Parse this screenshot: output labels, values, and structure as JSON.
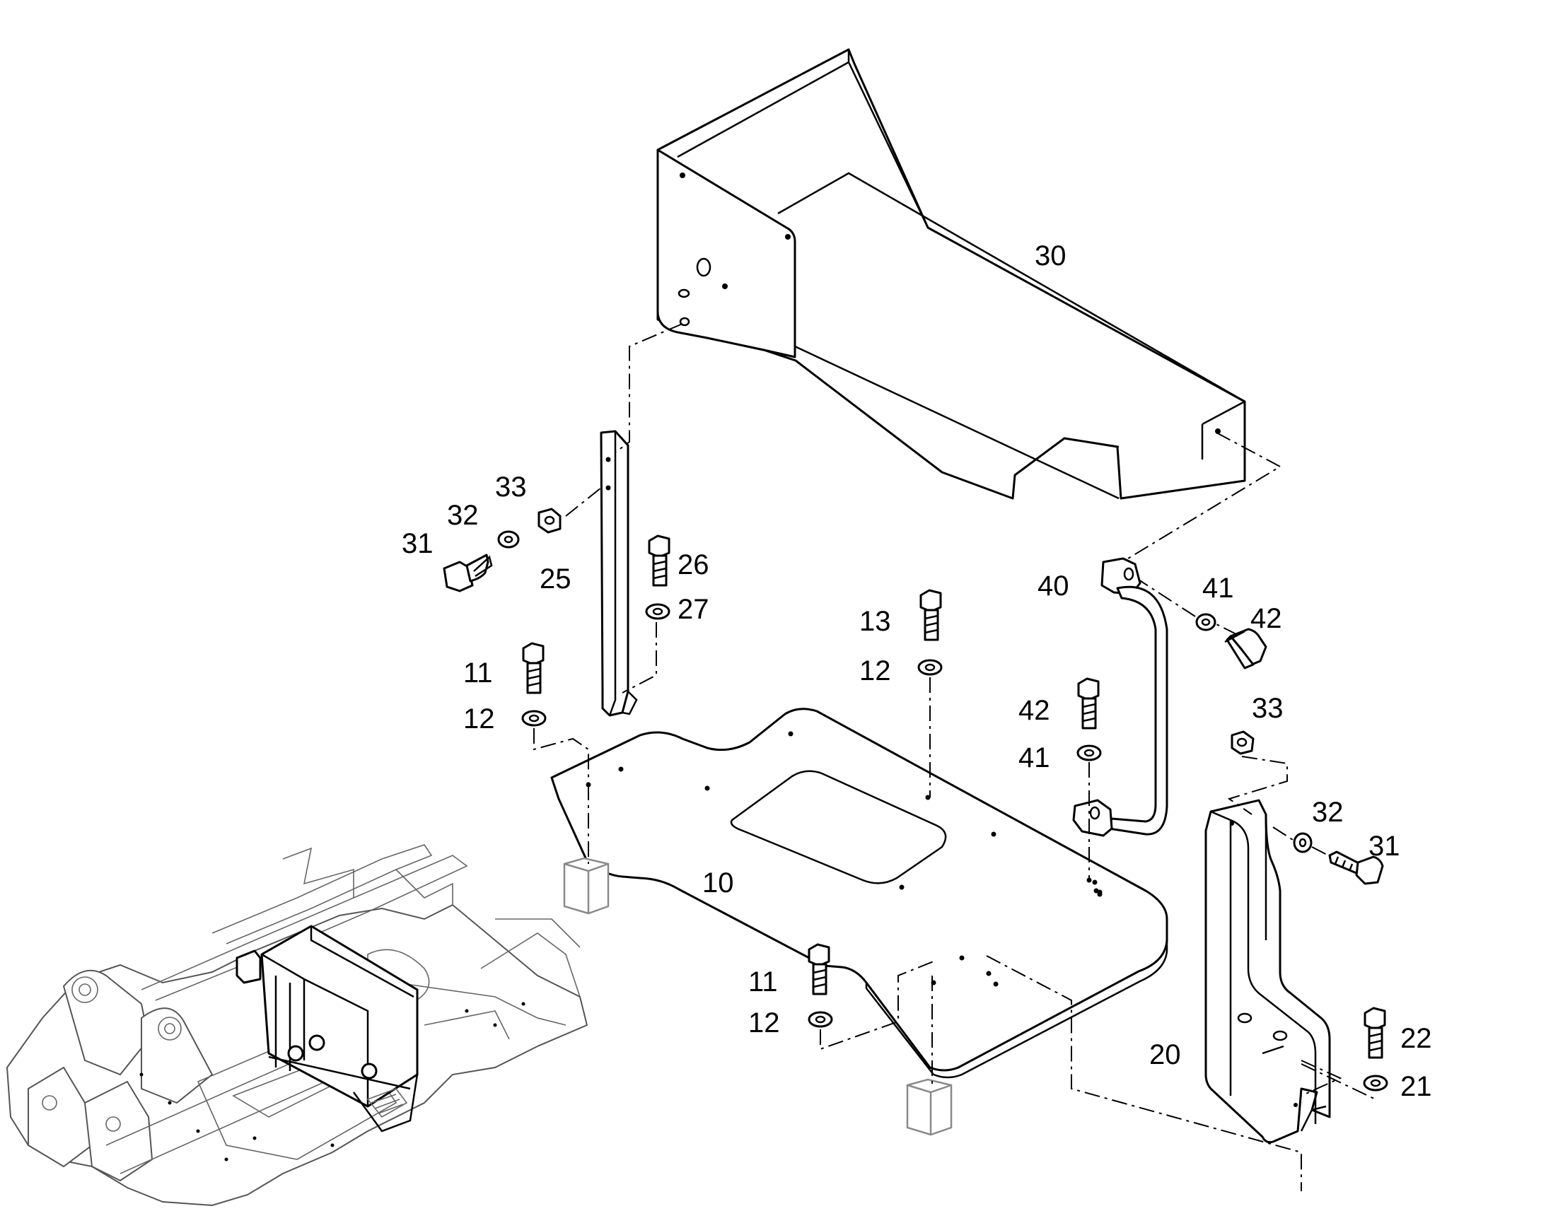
{
  "labels": {
    "l30": "30",
    "l33a": "33",
    "l32a": "32",
    "l31a": "31",
    "l25": "25",
    "l26": "26",
    "l27": "27",
    "l13": "13",
    "l12c": "12",
    "l40": "40",
    "l41a": "41",
    "l42a": "42",
    "l11a": "11",
    "l12a": "12",
    "l42b": "42",
    "l41b": "41",
    "l33b": "33",
    "l32b": "32",
    "l31b": "31",
    "l10": "10",
    "l11b": "11",
    "l12b": "12",
    "l20": "20",
    "l22": "22",
    "l21": "21"
  }
}
